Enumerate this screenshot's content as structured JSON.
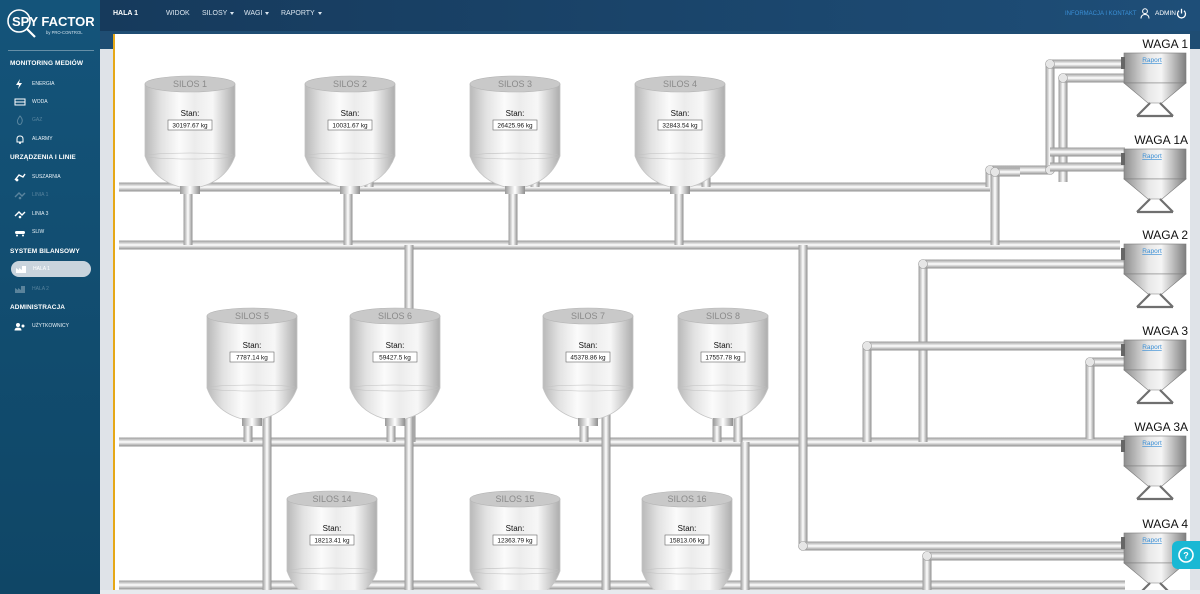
{
  "brand": {
    "name": "SPY FACTORY",
    "sub": "by PRO-CONTROL"
  },
  "sidebar": {
    "sections": [
      {
        "label": "MONITORING MEDIÓW",
        "items": [
          {
            "label": "ENERGIA",
            "icon": "lightning-icon",
            "enabled": true
          },
          {
            "label": "WODA",
            "icon": "water-meter-icon",
            "enabled": true
          },
          {
            "label": "GAZ",
            "icon": "flame-icon",
            "enabled": false
          },
          {
            "label": "ALARMY",
            "icon": "bell-icon",
            "enabled": true
          }
        ]
      },
      {
        "label": "URZĄDZENIA I LINIE",
        "items": [
          {
            "label": "SUSZARNIA",
            "icon": "dryer-icon",
            "enabled": true
          },
          {
            "label": "LINIA 1",
            "icon": "line-icon",
            "enabled": false
          },
          {
            "label": "LINIA 3",
            "icon": "line-icon",
            "enabled": true
          },
          {
            "label": "SLIW",
            "icon": "conveyor-icon",
            "enabled": true
          }
        ]
      },
      {
        "label": "SYSTEM BILANSOWY",
        "items": [
          {
            "label": "HALA 1",
            "icon": "factory-icon",
            "enabled": true,
            "active": true
          },
          {
            "label": "HALA 2",
            "icon": "factory-icon",
            "enabled": false
          }
        ]
      },
      {
        "label": "ADMINISTRACJA",
        "items": [
          {
            "label": "UŻYTKOWNICY",
            "icon": "users-icon",
            "enabled": true
          }
        ]
      }
    ]
  },
  "topbar": {
    "page": "HALA 1",
    "menu": [
      {
        "label": "WIDOK",
        "dropdown": false
      },
      {
        "label": "SILOSY",
        "dropdown": true
      },
      {
        "label": "WAGI",
        "dropdown": true
      },
      {
        "label": "RAPORTY",
        "dropdown": true
      }
    ],
    "info_link": "INFORMACJA I KONTAKT",
    "user": "ADMIN"
  },
  "colors": {
    "sidebar": "#14547a",
    "topbar": "#163a5c",
    "accent": "#e6a817",
    "link": "#3a8fd6",
    "help": "#19b8d4"
  },
  "stan_label": "Stan:",
  "silos": [
    {
      "name": "SILOS 1",
      "value": "30197.67 kg"
    },
    {
      "name": "SILOS 2",
      "value": "10031.67 kg"
    },
    {
      "name": "SILOS 3",
      "value": "26425.96 kg"
    },
    {
      "name": "SILOS 4",
      "value": "32843.54 kg"
    },
    {
      "name": "SILOS 5",
      "value": "7787.14 kg"
    },
    {
      "name": "SILOS 6",
      "value": "59427.5 kg"
    },
    {
      "name": "SILOS 7",
      "value": "45378.86 kg"
    },
    {
      "name": "SILOS 8",
      "value": "17557.78 kg"
    },
    {
      "name": "SILOS 14",
      "value": "18213.41 kg"
    },
    {
      "name": "SILOS 15",
      "value": "12363.79 kg"
    },
    {
      "name": "SILOS 16",
      "value": "15813.06 kg"
    }
  ],
  "scales": [
    {
      "name": "WAGA 1",
      "link": "Raport"
    },
    {
      "name": "WAGA 1A",
      "link": "Raport"
    },
    {
      "name": "WAGA 2",
      "link": "Raport"
    },
    {
      "name": "WAGA 3",
      "link": "Raport"
    },
    {
      "name": "WAGA 3A",
      "link": "Raport"
    },
    {
      "name": "WAGA 4",
      "link": "Raport"
    }
  ]
}
